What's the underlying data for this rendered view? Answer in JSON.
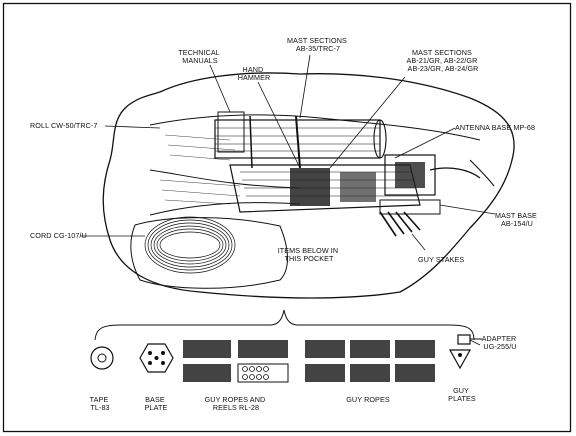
{
  "labels": {
    "roll": "ROLL CW-50/TRC-7",
    "technical_manuals": [
      "TECHNICAL",
      "MANUALS"
    ],
    "hand_hammer": [
      "HAND",
      "HAMMER"
    ],
    "mast_sections_ab35": [
      "MAST SECTIONS",
      "AB-35/TRC-7"
    ],
    "mast_sections_group": [
      "MAST SECTIONS",
      "AB-21/GR,  AB-22/GR",
      "AB-23/GR,  AB-24/GR"
    ],
    "antenna_base": "ANTENNA BASE MP-68",
    "mast_base": [
      "MAST BASE",
      "AB-154/U"
    ],
    "cord": "CORD CG-107/U",
    "items_below": [
      "ITEMS BELOW IN",
      "THIS POCKET"
    ],
    "guy_stakes": "GUY STAKES",
    "adapter": [
      "ADAPTER",
      "UG-255/U"
    ],
    "tape": [
      "TAPE",
      "TL-83"
    ],
    "base_plate": [
      "BASE",
      "PLATE"
    ],
    "guy_ropes_reels": [
      "GUY ROPES AND",
      "REELS RL-28"
    ],
    "guy_ropes": "GUY ROPES",
    "guy_plates": [
      "GUY",
      "PLATES"
    ]
  }
}
